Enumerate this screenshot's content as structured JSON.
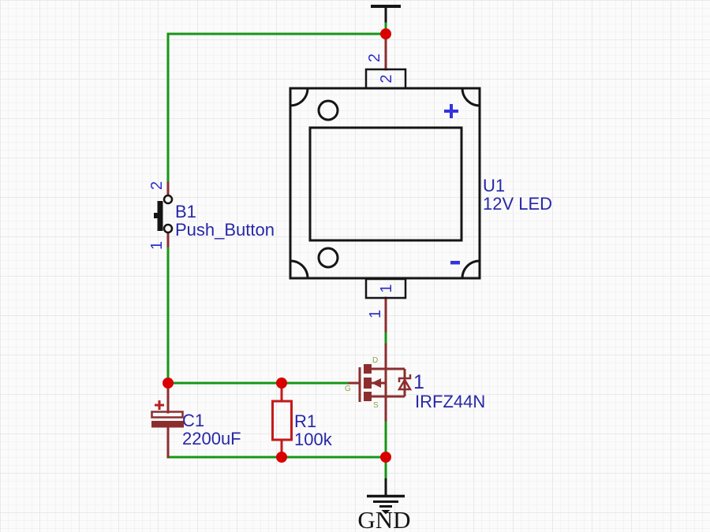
{
  "colors": {
    "canvas-bg": "#fbfbfb",
    "grid-minor": "#f3f3f3",
    "grid-major": "#e9e9e9",
    "wire-green": "#169616",
    "pin-maroon": "#8c2e2e",
    "symbol-dark-red": "#8c2e2e",
    "resistor-red": "#c41a1a",
    "cap-plus-red": "#b22222",
    "junction-red": "#d80000",
    "label-navy": "#2727a8",
    "pin-number-blue": "#2e2ecc",
    "polarity-blue": "#3333dd",
    "pin-name-olive": "#8ea23f",
    "ink-black": "#151515"
  },
  "components": {
    "u1": {
      "designator": "U1",
      "value": "12V LED",
      "pin_2": "2",
      "pin_1": "1",
      "plus_mark": "+",
      "minus_mark": "-"
    },
    "b1": {
      "designator": "B1",
      "value": "Push_Button",
      "pin_2": "2",
      "pin_1": "1"
    },
    "c1": {
      "designator": "C1",
      "value": "2200uF",
      "plus_mark": "+"
    },
    "r1": {
      "designator": "R1",
      "value": "100k"
    },
    "q1": {
      "designator": "1",
      "value": "IRFZ44N",
      "pin_d": "D",
      "pin_g": "G",
      "pin_s": "S"
    },
    "gnd": {
      "net_label": "GND"
    }
  }
}
